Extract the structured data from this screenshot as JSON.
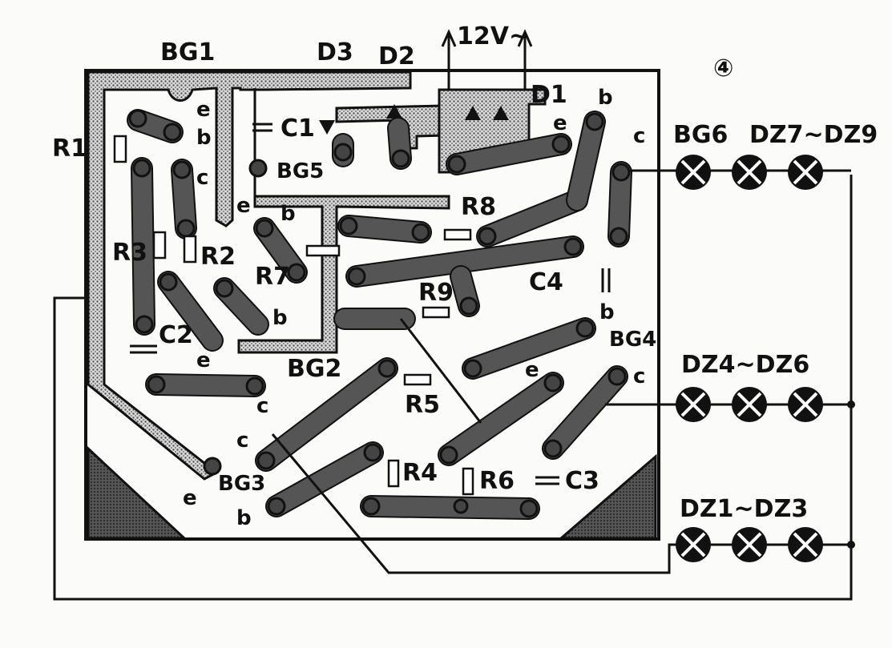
{
  "figure_number": "④",
  "supply_label": "12V~",
  "transistors": {
    "bg1": "BG1",
    "bg2": "BG2",
    "bg3": "BG3",
    "bg4": "BG4",
    "bg5": "BG5",
    "bg6": "BG6"
  },
  "resistors": {
    "r1": "R1",
    "r2": "R2",
    "r3": "R3",
    "r4": "R4",
    "r5": "R5",
    "r6": "R6",
    "r7": "R7",
    "r8": "R8",
    "r9": "R9"
  },
  "capacitors": {
    "c1": "C1",
    "c2": "C2",
    "c3": "C3",
    "c4": "C4"
  },
  "diodes": {
    "d1": "D1",
    "d2": "D2",
    "d3": "D3"
  },
  "lamp_groups": {
    "top": "DZ7~DZ9",
    "middle": "DZ4~DZ6",
    "bottom": "DZ1~DZ3"
  },
  "pins": {
    "e": "e",
    "b": "b",
    "c": "c"
  }
}
